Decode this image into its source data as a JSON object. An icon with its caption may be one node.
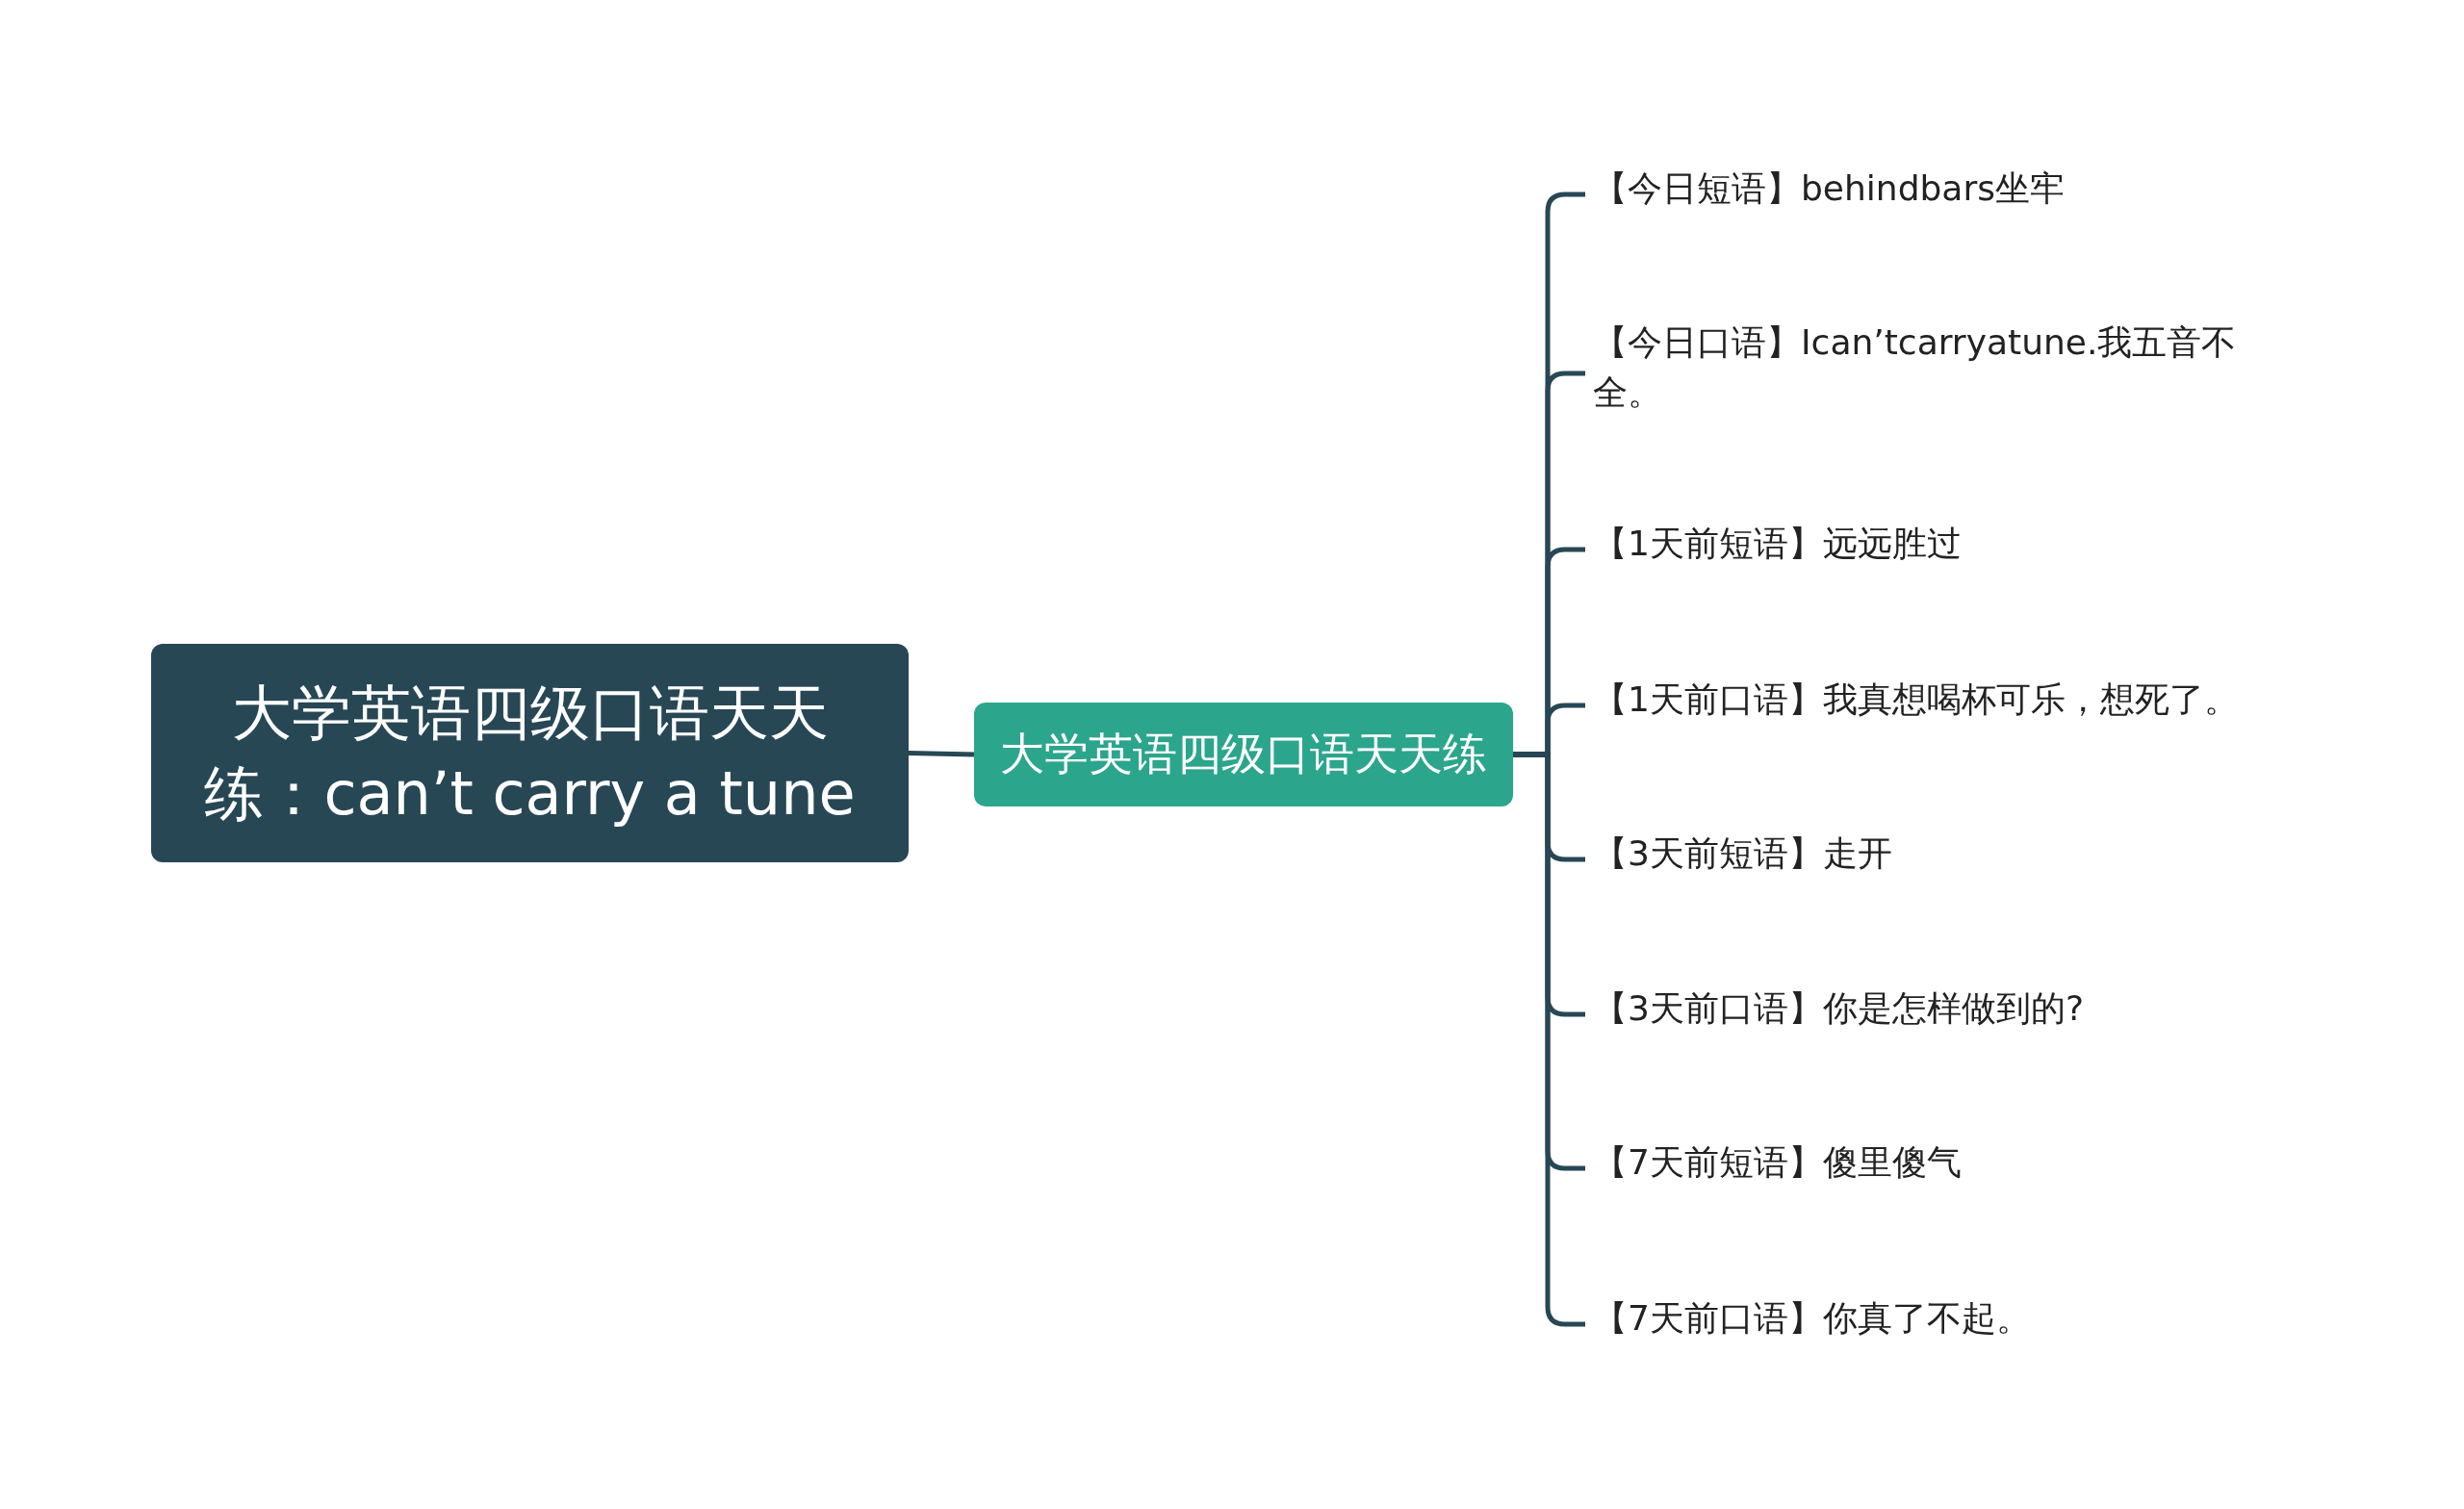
{
  "diagram": {
    "nodes": [
      {
        "text": [
          "大学英语四级口语天天练：can’t carry a tune"
        ]
      },
      {
        "text": [
          "大学英语四级口语天天练"
        ]
      },
      {
        "text": [
          "【今日短语】behindbars坐牢"
        ]
      },
      {
        "text": [
          "【今日口语】Ican’tcarryatune.我五音不全。"
        ]
      },
      {
        "text": [
          "【1天前短语】远远胜过"
        ]
      },
      {
        "text": [
          "【1天前口语】我真想喝杯可乐，想死了。"
        ]
      },
      {
        "text": [
          "【3天前短语】走开"
        ]
      },
      {
        "text": [
          "【3天前口语】你是怎样做到的?"
        ]
      },
      {
        "text": [
          "【7天前短语】傻里傻气"
        ]
      },
      {
        "text": [
          "【7天前口语】你真了不起。"
        ]
      }
    ],
    "edges": [
      {
        "from": 0,
        "to": 1,
        "arrow": "none"
      },
      {
        "from": 1,
        "to": 2,
        "arrow": "none"
      },
      {
        "from": 1,
        "to": 3,
        "arrow": "none"
      },
      {
        "from": 1,
        "to": 4,
        "arrow": "none"
      },
      {
        "from": 1,
        "to": 5,
        "arrow": "none"
      },
      {
        "from": 1,
        "to": 6,
        "arrow": "none"
      },
      {
        "from": 1,
        "to": 7,
        "arrow": "none"
      },
      {
        "from": 1,
        "to": 8,
        "arrow": "none"
      },
      {
        "from": 1,
        "to": 9,
        "arrow": "none"
      }
    ]
  }
}
